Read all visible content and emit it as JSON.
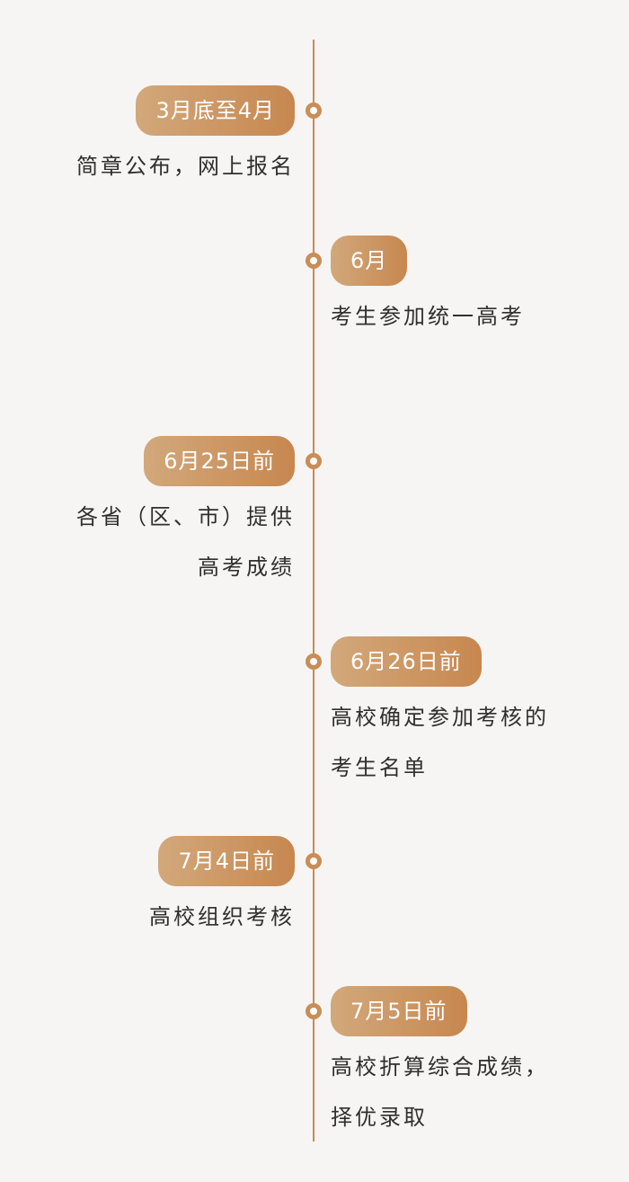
{
  "colors": {
    "background": "#f6f5f3",
    "accent": "#c98d57",
    "pill_gradient_start": "#d2a87b",
    "pill_gradient_end": "#c7874f",
    "text": "#2f2f2f"
  },
  "events": [
    {
      "side": "left",
      "date": "3月底至4月",
      "lines": [
        "简章公布，网上报名"
      ]
    },
    {
      "side": "right",
      "date": "6月",
      "lines": [
        "考生参加统一高考"
      ]
    },
    {
      "side": "left",
      "date": "6月25日前",
      "lines": [
        "各省（区、市）提供",
        "高考成绩"
      ]
    },
    {
      "side": "right",
      "date": "6月26日前",
      "lines": [
        "高校确定参加考核的",
        "考生名单"
      ]
    },
    {
      "side": "left",
      "date": "7月4日前",
      "lines": [
        "高校组织考核"
      ]
    },
    {
      "side": "right",
      "date": "7月5日前",
      "lines": [
        "高校折算综合成绩，",
        "择优录取"
      ]
    }
  ]
}
